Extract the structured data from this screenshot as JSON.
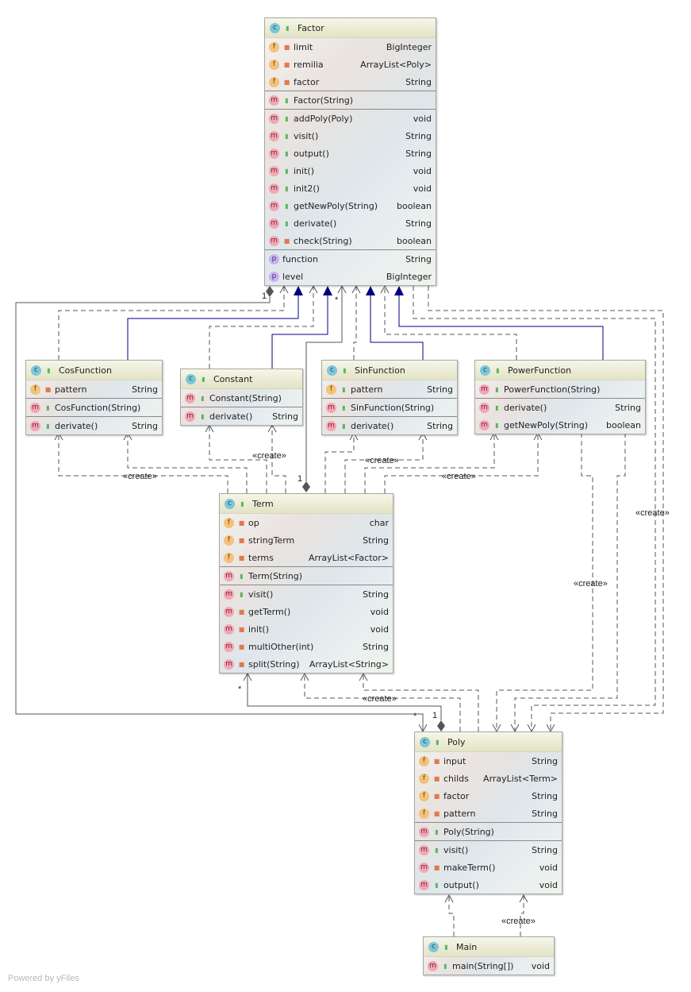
{
  "diagram": {
    "type": "UML class diagram",
    "footer": "Powered by yFiles",
    "colors": {
      "generalization": "#000080",
      "dependency": "#555555",
      "association": "#555555",
      "header_bg": "#e8e8cc"
    },
    "classes": {
      "factor": {
        "name": "Factor",
        "icon": "class-icon",
        "visibility": "public",
        "fields": [
          {
            "name": "limit",
            "type": "BigInteger",
            "visibility": "private",
            "static": true
          },
          {
            "name": "remilia",
            "type": "ArrayList<Poly>",
            "visibility": "private",
            "static": false
          },
          {
            "name": "factor",
            "type": "String",
            "visibility": "private",
            "static": true
          }
        ],
        "constructors": [
          {
            "name": "Factor(String)",
            "type": "",
            "visibility": "public"
          }
        ],
        "methods": [
          {
            "name": "addPoly(Poly)",
            "type": "void",
            "visibility": "public"
          },
          {
            "name": "visit()",
            "type": "String",
            "visibility": "public"
          },
          {
            "name": "output()",
            "type": "String",
            "visibility": "public"
          },
          {
            "name": "init()",
            "type": "void",
            "visibility": "public"
          },
          {
            "name": "init2()",
            "type": "void",
            "visibility": "public"
          },
          {
            "name": "getNewPoly(String)",
            "type": "boolean",
            "visibility": "public"
          },
          {
            "name": "derivate()",
            "type": "String",
            "visibility": "public"
          },
          {
            "name": "check(String)",
            "type": "boolean",
            "visibility": "private"
          }
        ],
        "properties": [
          {
            "name": "function",
            "type": "String"
          },
          {
            "name": "level",
            "type": "BigInteger"
          }
        ]
      },
      "cos": {
        "name": "CosFunction",
        "fields": [
          {
            "name": "pattern",
            "type": "String",
            "visibility": "private",
            "static": true
          }
        ],
        "constructors": [
          {
            "name": "CosFunction(String)",
            "type": ""
          }
        ],
        "methods": [
          {
            "name": "derivate()",
            "type": "String"
          }
        ]
      },
      "constant": {
        "name": "Constant",
        "constructors": [
          {
            "name": "Constant(String)",
            "type": ""
          }
        ],
        "methods": [
          {
            "name": "derivate()",
            "type": "String"
          }
        ]
      },
      "sin": {
        "name": "SinFunction",
        "fields": [
          {
            "name": "pattern",
            "type": "String",
            "visibility": "public",
            "static": true
          }
        ],
        "constructors": [
          {
            "name": "SinFunction(String)",
            "type": ""
          }
        ],
        "methods": [
          {
            "name": "derivate()",
            "type": "String"
          }
        ]
      },
      "power": {
        "name": "PowerFunction",
        "constructors": [
          {
            "name": "PowerFunction(String)",
            "type": ""
          }
        ],
        "methods": [
          {
            "name": "derivate()",
            "type": "String"
          },
          {
            "name": "getNewPoly(String)",
            "type": "boolean"
          }
        ]
      },
      "term": {
        "name": "Term",
        "fields": [
          {
            "name": "op",
            "type": "char",
            "visibility": "private"
          },
          {
            "name": "stringTerm",
            "type": "String",
            "visibility": "private"
          },
          {
            "name": "terms",
            "type": "ArrayList<Factor>",
            "visibility": "private"
          }
        ],
        "constructors": [
          {
            "name": "Term(String)",
            "type": ""
          }
        ],
        "methods": [
          {
            "name": "visit()",
            "type": "String",
            "visibility": "public"
          },
          {
            "name": "getTerm()",
            "type": "void",
            "visibility": "private"
          },
          {
            "name": "init()",
            "type": "void",
            "visibility": "private"
          },
          {
            "name": "multiOther(int)",
            "type": "String",
            "visibility": "private"
          },
          {
            "name": "split(String)",
            "type": "ArrayList<String>",
            "visibility": "private"
          }
        ]
      },
      "poly": {
        "name": "Poly",
        "fields": [
          {
            "name": "input",
            "type": "String",
            "visibility": "private",
            "static": false
          },
          {
            "name": "childs",
            "type": "ArrayList<Term>",
            "visibility": "private",
            "static": false
          },
          {
            "name": "factor",
            "type": "String",
            "visibility": "private",
            "static": true
          },
          {
            "name": "pattern",
            "type": "String",
            "visibility": "private",
            "static": true
          }
        ],
        "constructors": [
          {
            "name": "Poly(String)",
            "type": ""
          }
        ],
        "methods": [
          {
            "name": "visit()",
            "type": "String",
            "visibility": "public"
          },
          {
            "name": "makeTerm()",
            "type": "void",
            "visibility": "private"
          },
          {
            "name": "output()",
            "type": "void",
            "visibility": "public"
          }
        ]
      },
      "main": {
        "name": "Main",
        "methods": [
          {
            "name": "main(String[])",
            "type": "void"
          }
        ]
      }
    },
    "edge_labels": {
      "create": "«create»",
      "one": "1",
      "many": "*"
    }
  }
}
